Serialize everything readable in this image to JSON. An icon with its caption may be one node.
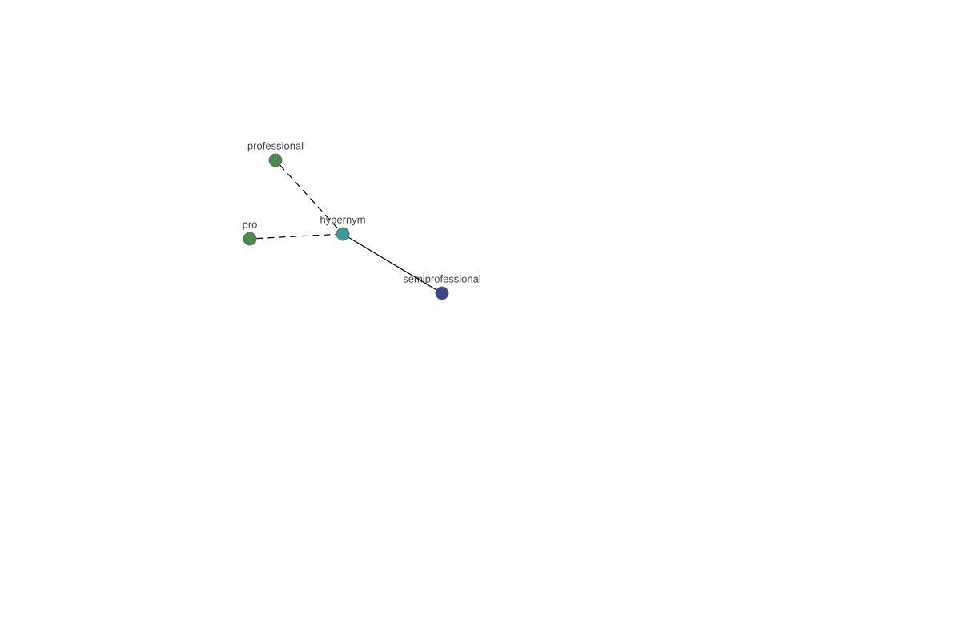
{
  "diagram": {
    "nodes": [
      {
        "text": [
          "professional"
        ]
      },
      {
        "text": [
          "pro"
        ]
      },
      {
        "text": [
          "hypernym"
        ]
      },
      {
        "text": [
          "semiprofessional"
        ]
      }
    ],
    "edges": [
      {
        "from": 0,
        "to": 2,
        "arrow": "none",
        "style": "dashed"
      },
      {
        "from": 1,
        "to": 2,
        "arrow": "none",
        "style": "dashed"
      },
      {
        "from": 2,
        "to": 3,
        "arrow": "none"
      }
    ]
  }
}
